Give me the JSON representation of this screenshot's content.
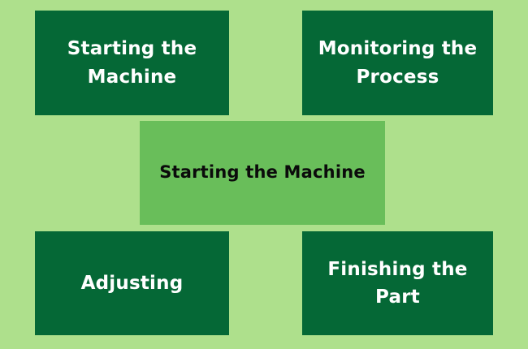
{
  "colors": {
    "background": "#aee08c",
    "dark_box": "#056836",
    "center_box": "#69be5a",
    "dark_text": "#ffffff",
    "center_text": "#0b0b0b"
  },
  "boxes": {
    "top_left": "Starting the Machine",
    "top_right": "Monitoring the Process",
    "center": "Starting the Machine",
    "bottom_left": "Adjusting",
    "bottom_right": "Finishing the Part"
  }
}
